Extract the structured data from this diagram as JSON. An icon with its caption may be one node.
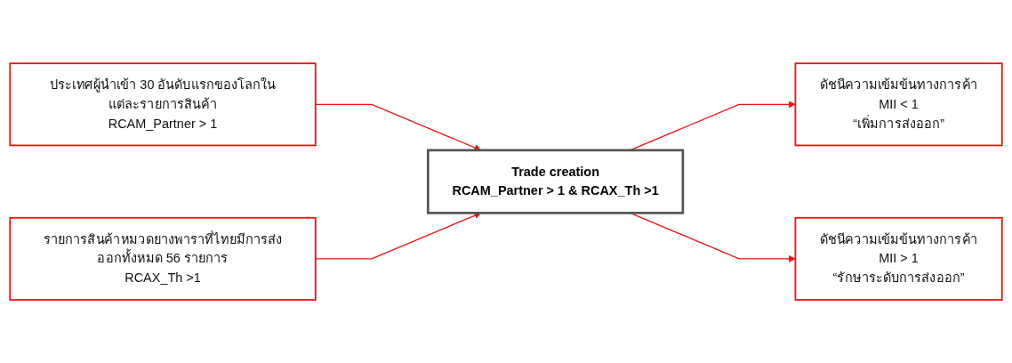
{
  "diagram": {
    "nodes": [
      {
        "text": [
          "ประเทศผู้นำเข้า 30 อันดับแรกของโลกในแต่ละรายการสินค้า",
          "RCAM_Partner > 1"
        ]
      },
      {
        "text": [
          "รายการสินค้าหมวดยางพาราที่ไทยมีการส่งออกทั้งหมด 56 รายการ",
          "RCAX_Th >1"
        ]
      },
      {
        "text": [
          "Trade creation",
          "RCAM_Partner > 1 & RCAX_Th >1"
        ]
      },
      {
        "text": [
          "ดัชนีความเข้มข้นทางการค้า",
          "MII < 1",
          "“เพิ่มการส่งออก”"
        ]
      },
      {
        "text": [
          "ดัชนีความเข้มข้นทางการค้า",
          "MII > 1",
          "“รักษาระดับการส่งออก”"
        ]
      }
    ],
    "edges": [
      {
        "from": 0,
        "to": 2,
        "arrow": "to"
      },
      {
        "from": 1,
        "to": 2,
        "arrow": "to"
      },
      {
        "from": 2,
        "to": 3,
        "arrow": "to"
      },
      {
        "from": 2,
        "to": 4,
        "arrow": "to"
      }
    ]
  }
}
